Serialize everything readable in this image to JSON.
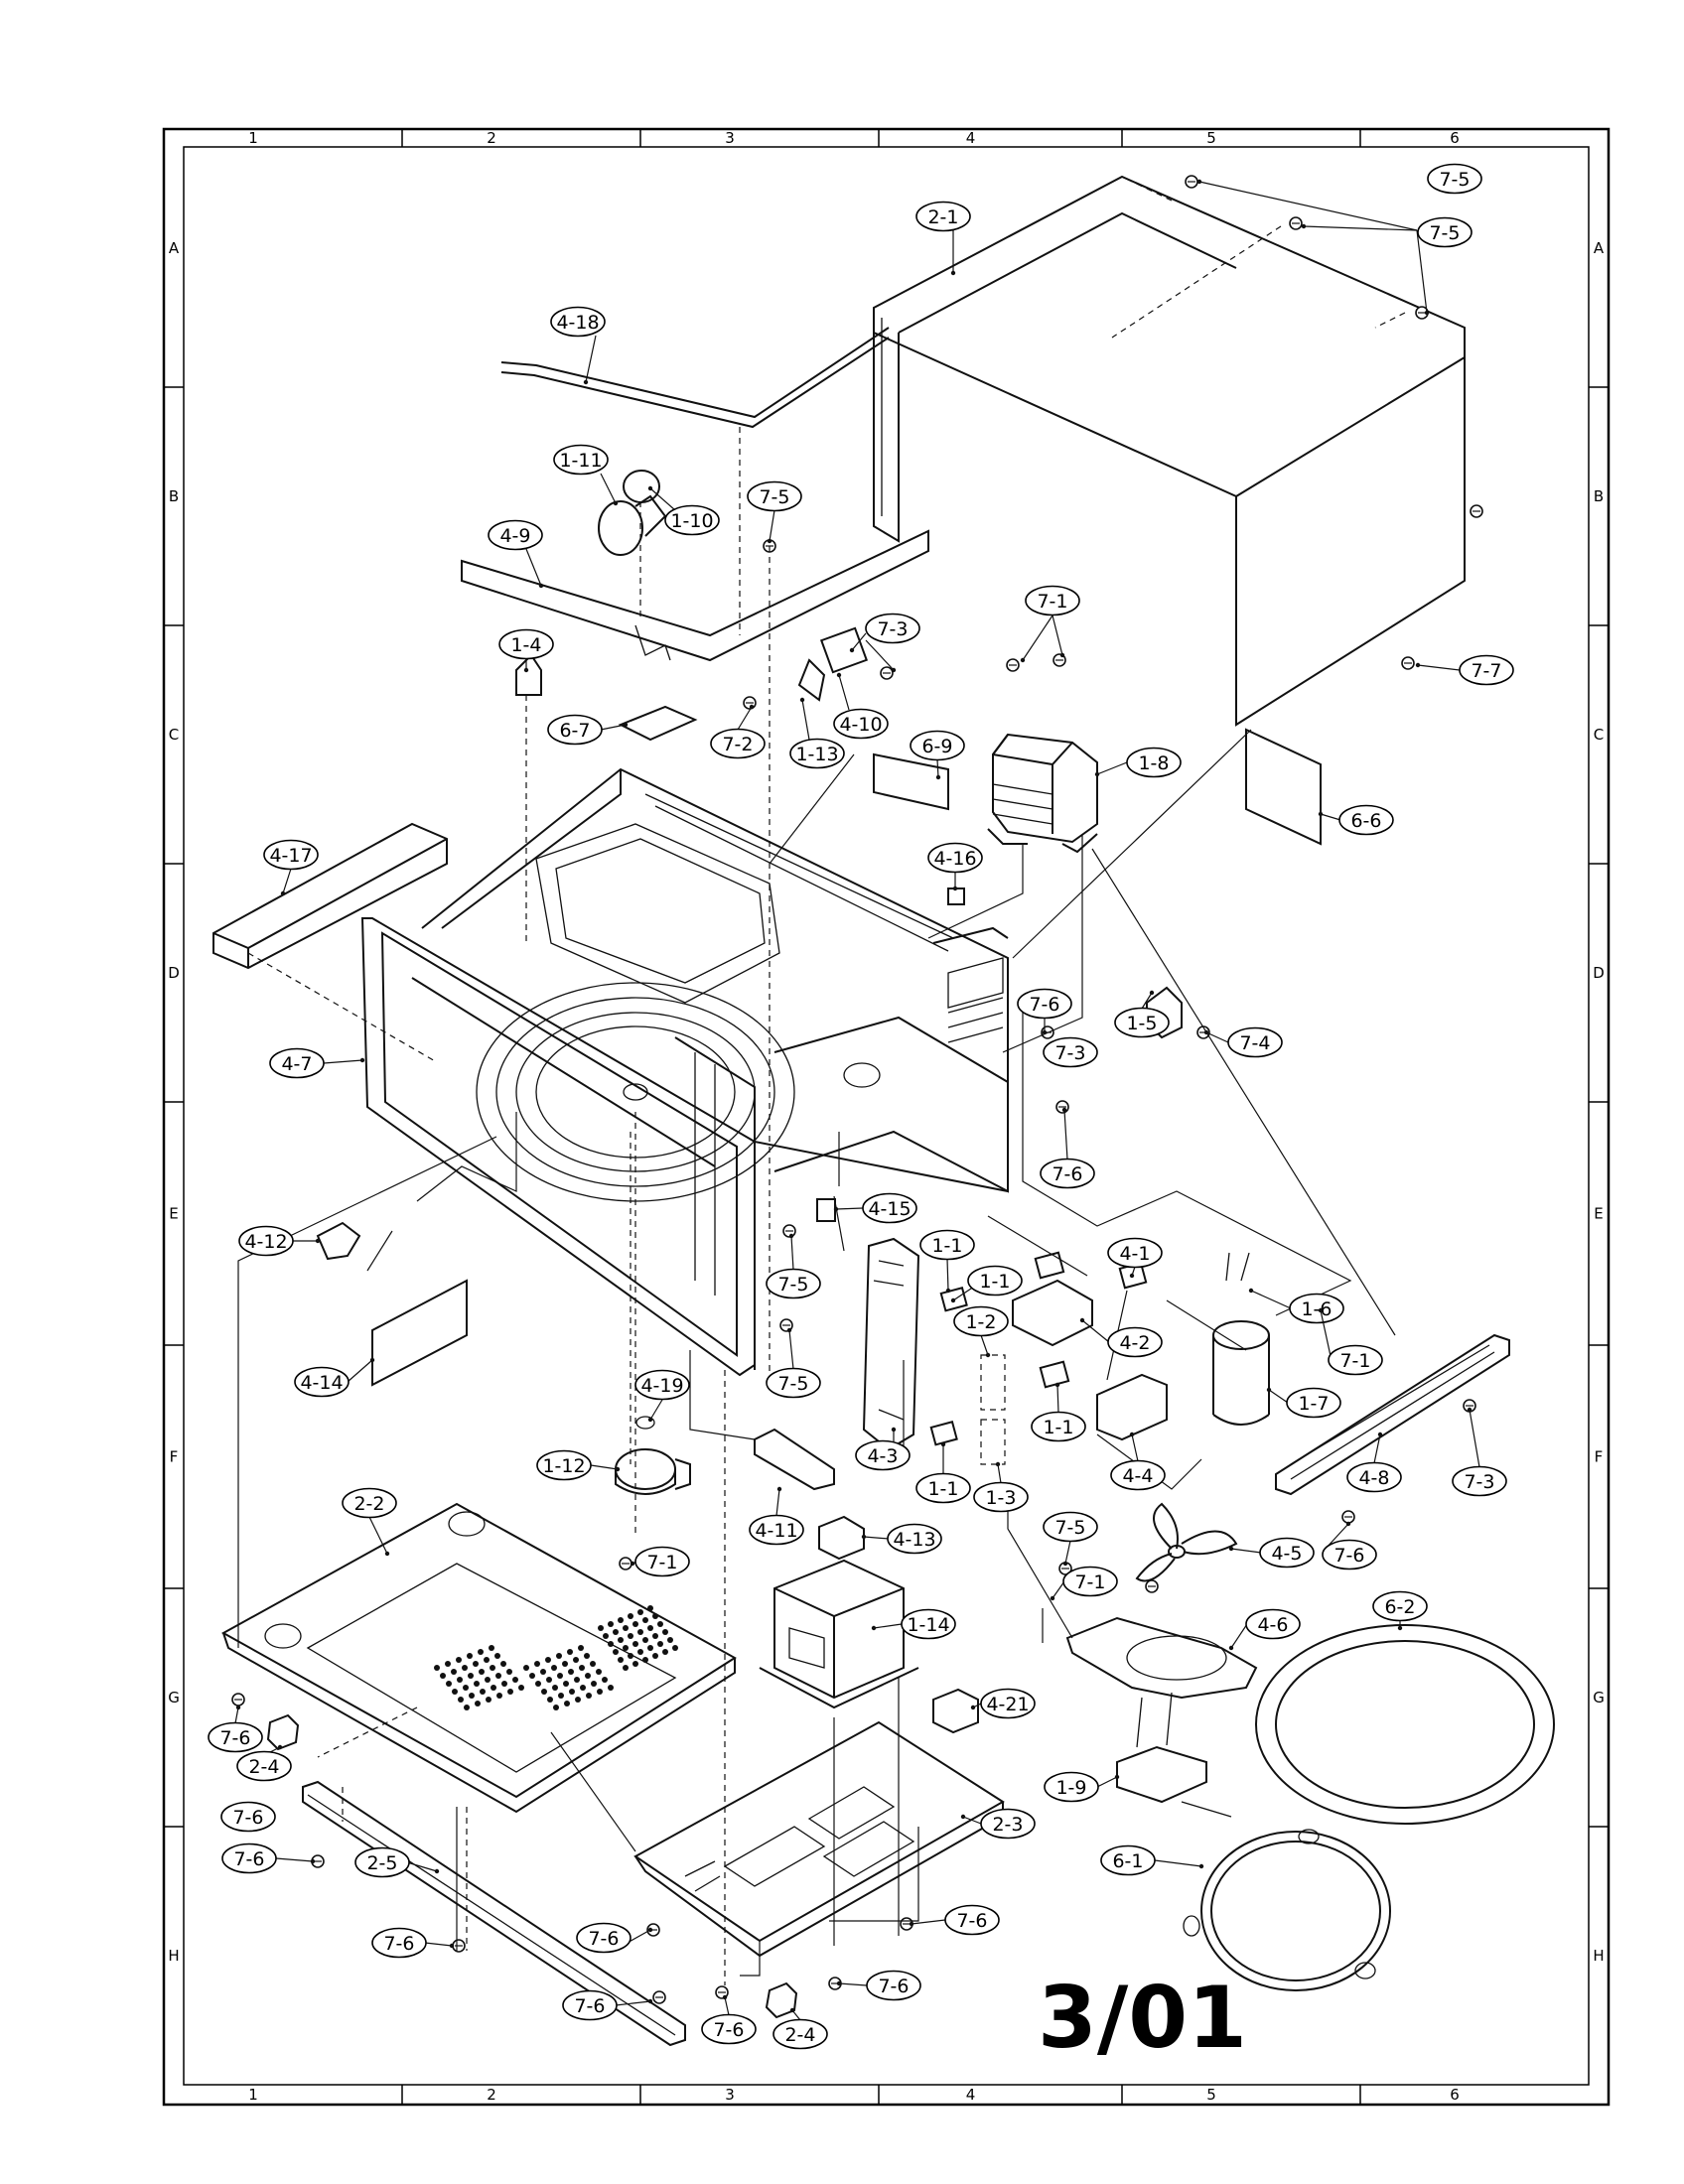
{
  "sheet_stamp": "3/01",
  "grid": {
    "columns": [
      "1",
      "2",
      "3",
      "4",
      "5",
      "6"
    ],
    "rows": [
      "A",
      "B",
      "C",
      "D",
      "E",
      "F",
      "G",
      "H"
    ]
  },
  "callouts": [
    "2-1",
    "7-5",
    "7-5",
    "4-18",
    "1-11",
    "1-10",
    "7-5",
    "4-9",
    "7-3",
    "7-1",
    "1-4",
    "6-7",
    "7-2",
    "1-13",
    "4-10",
    "7-7",
    "1-8",
    "6-9",
    "6-6",
    "4-17",
    "4-16",
    "1-5",
    "7-4",
    "7-6",
    "7-3",
    "4-7",
    "7-6",
    "4-12",
    "4-15",
    "1-1",
    "1-1",
    "4-1",
    "7-5",
    "1-6",
    "1-2",
    "4-2",
    "7-1",
    "4-14",
    "7-5",
    "4-19",
    "1-1",
    "1-7",
    "4-8",
    "1-12",
    "4-3",
    "4-4",
    "7-3",
    "1-1",
    "1-3",
    "4-11",
    "2-2",
    "7-5",
    "4-5",
    "7-6",
    "4-13",
    "7-1",
    "7-1",
    "6-2",
    "4-6",
    "1-14",
    "7-6",
    "2-4",
    "4-21",
    "1-9",
    "2-3",
    "7-6",
    "2-5",
    "6-1",
    "7-6",
    "7-6",
    "7-6",
    "7-6",
    "7-6",
    "7-6",
    "2-4",
    "7-6"
  ]
}
